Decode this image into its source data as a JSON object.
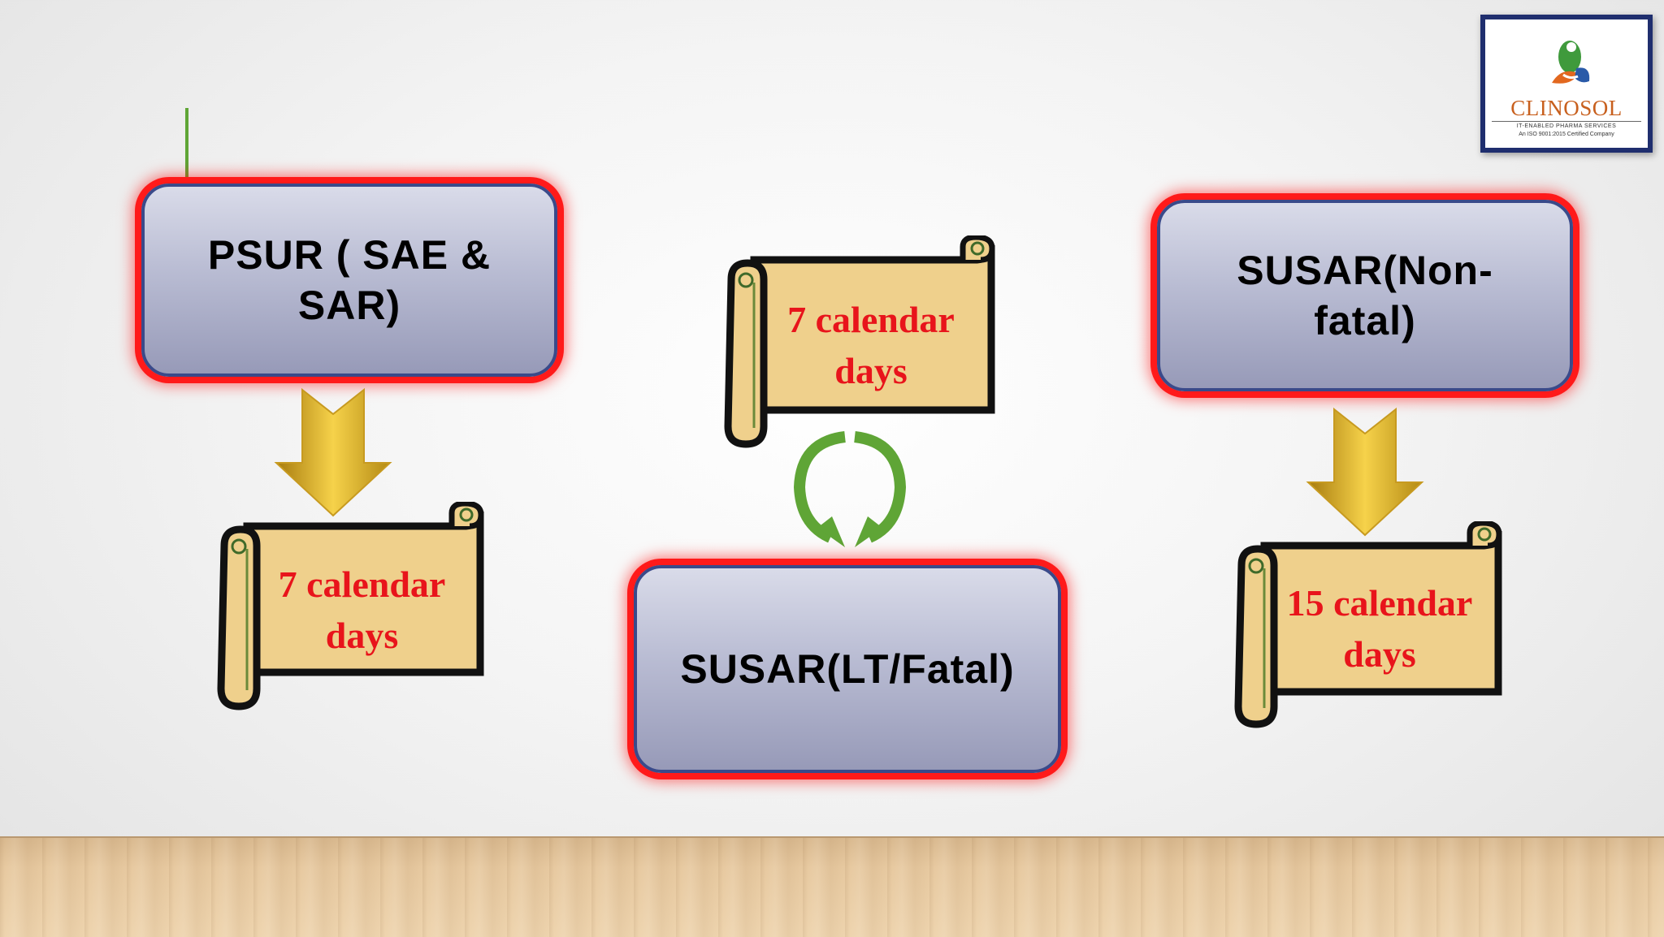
{
  "boxes": {
    "psur": "PSUR ( SAE &\nSAR)",
    "susar_fatal": "SUSAR(LT/Fatal)",
    "susar_nonfatal": "SUSAR(Non-\nfatal)"
  },
  "scrolls": {
    "left": "7 calendar\ndays",
    "center": "7 calendar\ndays",
    "right": "15 calendar\ndays"
  },
  "logo": {
    "name": "CLINOSOL",
    "tagline": "IT-ENABLED PHARMA SERVICES",
    "certification": "An ISO 9001:2015 Certified Company"
  },
  "colors": {
    "box_glow": "#ff1a1a",
    "box_fill": "#b9bcd3",
    "scroll_fill": "#f0d28e",
    "scroll_text": "#e8141b",
    "down_arrow": "#e0b21c",
    "cycle_arrow": "#5fa536"
  },
  "icons": [
    "down-arrow-icon",
    "cycle-arrows-icon",
    "scroll-icon",
    "clinosol-logo-icon"
  ]
}
